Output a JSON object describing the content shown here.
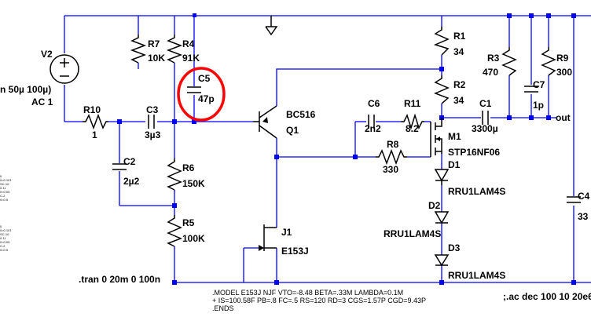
{
  "schematic": {
    "components": {
      "V2": {
        "name": "V2",
        "value_line1": "n 50µ 100µ)",
        "value_line2": "AC 1"
      },
      "R7": {
        "name": "R7",
        "value": "10K"
      },
      "R4": {
        "name": "R4",
        "value": "91K"
      },
      "C5": {
        "name": "C5",
        "value": "47p"
      },
      "R10": {
        "name": "R10",
        "value": "1"
      },
      "C3": {
        "name": "C3",
        "value": "3µ3"
      },
      "C2": {
        "name": "C2",
        "value": "2µ2"
      },
      "R6": {
        "name": "R6",
        "value": "150K"
      },
      "R5": {
        "name": "R5",
        "value": "100K"
      },
      "Q1": {
        "name": "Q1",
        "value": "BC516"
      },
      "J1": {
        "name": "J1",
        "value": "E153J"
      },
      "C6": {
        "name": "C6",
        "value": "2n2"
      },
      "R11": {
        "name": "R11",
        "value": "8.2"
      },
      "R8": {
        "name": "R8",
        "value": "330"
      },
      "M1": {
        "name": "M1",
        "value": "STP16NF06"
      },
      "R1": {
        "name": "R1",
        "value": "34"
      },
      "R2": {
        "name": "R2",
        "value": "34"
      },
      "C1": {
        "name": "C1",
        "value": "3300µ"
      },
      "R3": {
        "name": "R3",
        "value": "470"
      },
      "C7": {
        "name": "C7",
        "value": "1p"
      },
      "R9": {
        "name": "R9",
        "value": "300"
      },
      "C4": {
        "name": "C4",
        "value": "33"
      },
      "D1": {
        "name": "D1",
        "value": "RRU1LAM4S"
      },
      "D2": {
        "name": "D2",
        "value": "RRU1LAM4S"
      },
      "D3": {
        "name": "D3",
        "value": "RRU1LAM4S"
      }
    },
    "net_label_out": "out",
    "directives": {
      "tran": ".tran 0 20m 0 100n",
      "model_line1": ".MODEL E153J NJF VTO=-8.48 BETA=.33M LAMBDA=0.1M",
      "model_line2": "+ IS=100.58F PB=.8 FC=.5 RS=120 RD=3 CGS=1.57P CGD=9.43P",
      "model_line3": ".ENDS",
      "ac": ";.ac dec 100 10 20e6"
    },
    "left_tiny_text_1": [
      "0",
      "0=0.101",
      "SC-10",
      "0.11",
      "0=0.05",
      "C-2",
      "0=0.5"
    ],
    "left_tiny_text_2": [
      "0",
      "0=0.101",
      "SC-10",
      "0.11",
      "0=0.05",
      "C-2",
      "0=0.5"
    ],
    "colors": {
      "wire": "#0000ff",
      "component": "#000000",
      "junction": "#0000ff",
      "highlight": "#ff0000",
      "background": "#ffffff"
    }
  }
}
